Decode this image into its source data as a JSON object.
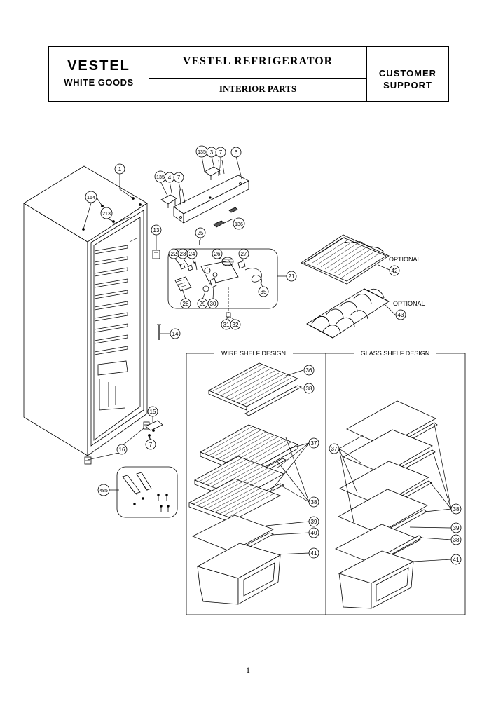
{
  "header": {
    "brand": "VESTEL",
    "brand_sub": "WHITE GOODS",
    "title": "VESTEL REFRIGERATOR",
    "subtitle": "INTERIOR PARTS",
    "support_line1": "CUSTOMER",
    "support_line2": "SUPPORT"
  },
  "labels": {
    "optional_1": "OPTIONAL",
    "optional_2": "OPTIONAL",
    "wire_shelf_design": "WIRE SHELF DESIGN",
    "glass_shelf_design": "GLASS SHELF DESIGN"
  },
  "part_numbers": {
    "p1": "1",
    "p164": "164",
    "p213": "213",
    "p135a": "135",
    "p3": "3",
    "p7a": "7",
    "p6": "6",
    "p135b": "135",
    "p4": "4",
    "p7b": "7",
    "p13": "13",
    "p25": "25",
    "p136": "136",
    "p22": "22",
    "p23": "23",
    "p24": "24",
    "p26": "26",
    "p27": "27",
    "p21": "21",
    "p35": "35",
    "p28": "28",
    "p29": "29",
    "p30": "30",
    "p31": "31",
    "p32": "32",
    "p14": "14",
    "p42": "42",
    "p43": "43",
    "p15": "15",
    "p16": "16",
    "p7c": "7",
    "p485": "485",
    "w36": "36",
    "w38a": "38",
    "w37": "37",
    "w38b": "38",
    "w39": "39",
    "w40": "40",
    "w41": "41",
    "g37": "37",
    "g38a": "38",
    "g39": "39",
    "g38b": "38",
    "g41": "41"
  },
  "page_number": "1"
}
